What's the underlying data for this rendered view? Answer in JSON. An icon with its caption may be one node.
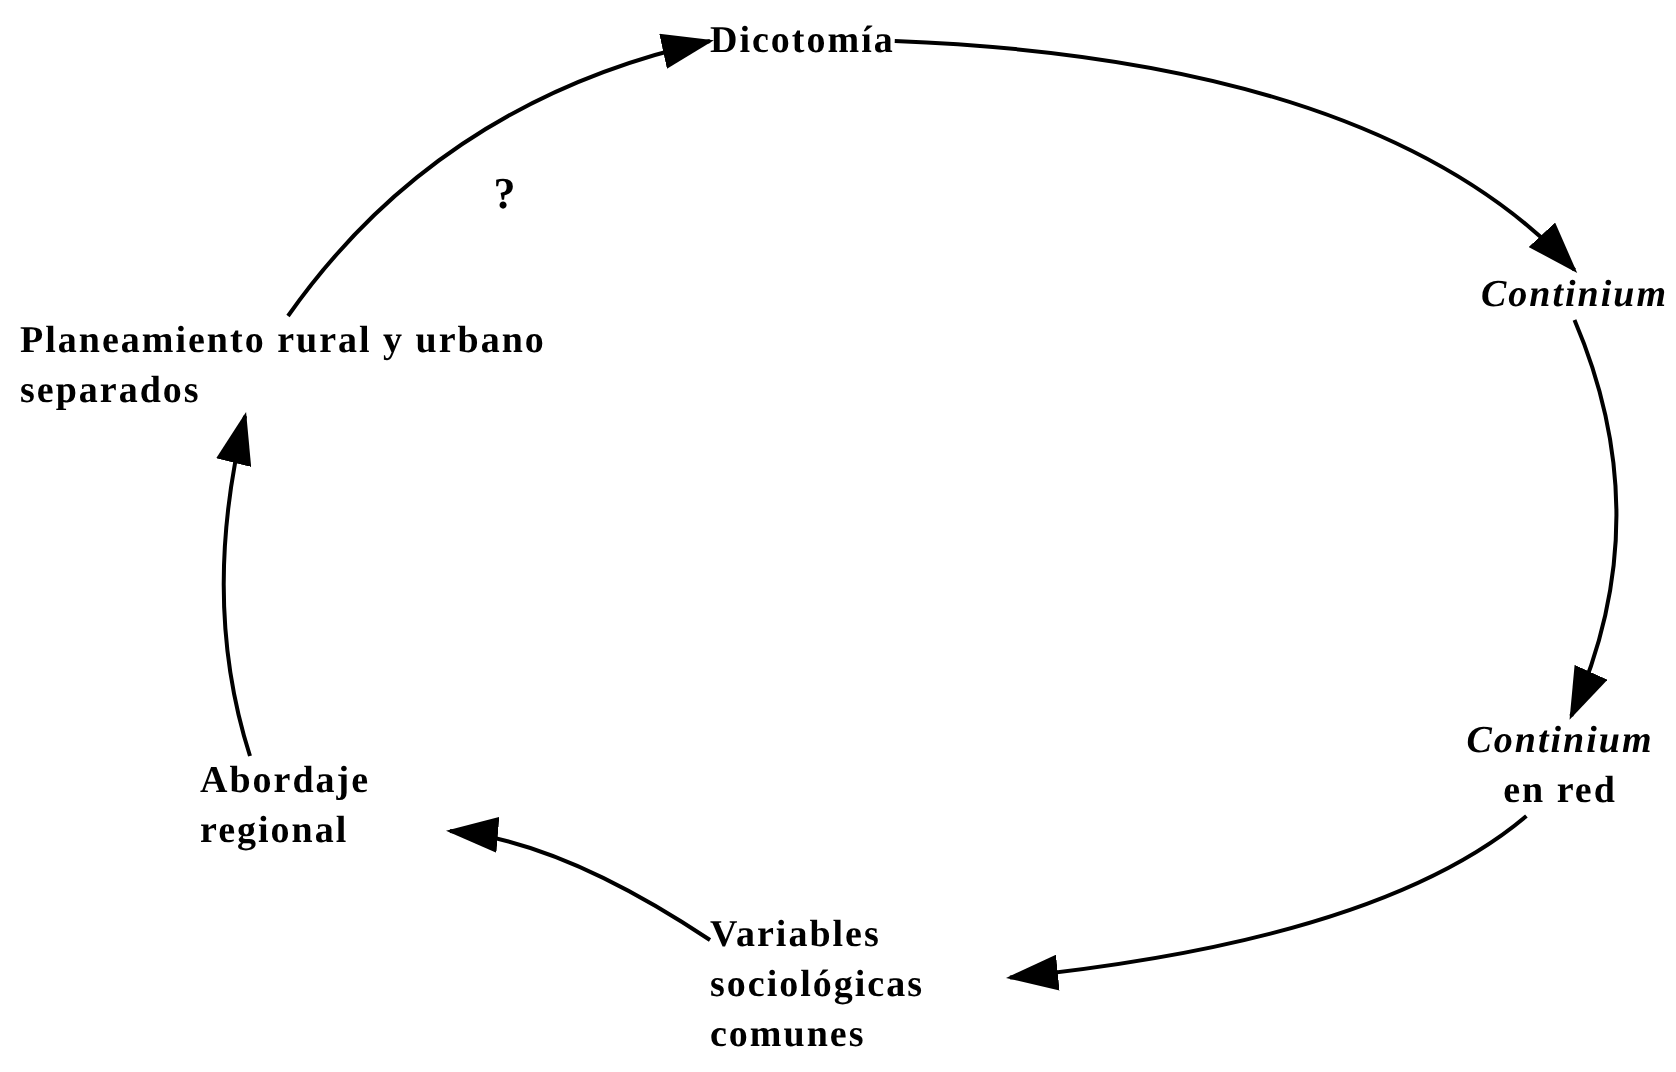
{
  "diagram": {
    "nodes": [
      {
        "text": [
          "Dicotomía"
        ]
      },
      {
        "text": [
          "*Continium*"
        ]
      },
      {
        "text": [
          "*Continium* en red"
        ]
      },
      {
        "text": [
          "Variables sociológicas comunes"
        ]
      },
      {
        "text": [
          "Abordaje regional"
        ]
      },
      {
        "text": [
          "Planeamiento rural y urbano separados"
        ]
      }
    ],
    "edges": [
      {
        "from": 0,
        "to": 1,
        "arrow": "to"
      },
      {
        "from": 1,
        "to": 2,
        "arrow": "to"
      },
      {
        "from": 2,
        "to": 3,
        "arrow": "to"
      },
      {
        "from": 3,
        "to": 4,
        "arrow": "to"
      },
      {
        "from": 4,
        "to": 5,
        "arrow": "to"
      },
      {
        "from": 5,
        "to": 0,
        "arrow": "to",
        "label": "?"
      }
    ]
  }
}
